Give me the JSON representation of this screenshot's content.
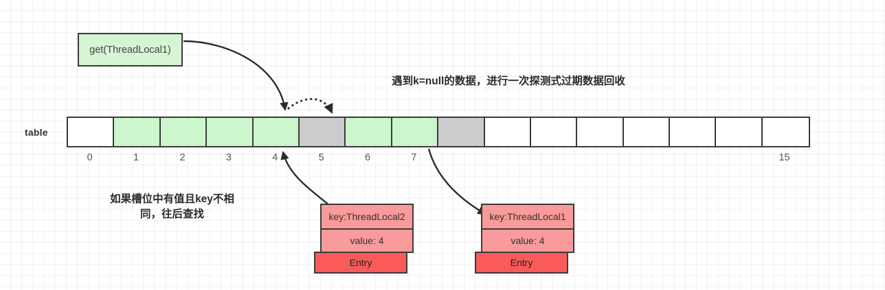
{
  "diagram": {
    "title_nodes": {
      "get_call": "get(ThreadLocal1)"
    },
    "table": {
      "label": "table",
      "slot_count": 16,
      "slots": [
        {
          "index": "0",
          "state": "empty"
        },
        {
          "index": "1",
          "state": "occupied"
        },
        {
          "index": "2",
          "state": "occupied"
        },
        {
          "index": "3",
          "state": "occupied"
        },
        {
          "index": "4",
          "state": "occupied"
        },
        {
          "index": "5",
          "state": "stale"
        },
        {
          "index": "6",
          "state": "occupied"
        },
        {
          "index": "7",
          "state": "occupied"
        },
        {
          "index": "8",
          "state": "stale"
        },
        {
          "index": "9",
          "state": "empty"
        },
        {
          "index": "10",
          "state": "empty"
        },
        {
          "index": "11",
          "state": "empty"
        },
        {
          "index": "12",
          "state": "empty"
        },
        {
          "index": "13",
          "state": "empty"
        },
        {
          "index": "14",
          "state": "empty"
        },
        {
          "index": "15",
          "state": "empty"
        }
      ],
      "visible_index_labels": [
        "0",
        "1",
        "2",
        "3",
        "4",
        "5",
        "6",
        "7",
        "",
        "",
        "",
        "",
        "",
        "",
        "",
        "15"
      ]
    },
    "entries": [
      {
        "id": "entry-threadlocal2",
        "key": "key:ThreadLocal2",
        "value": "value: 4",
        "tag": "Entry"
      },
      {
        "id": "entry-threadlocal1",
        "key": "key:ThreadLocal1",
        "value": "value: 4",
        "tag": "Entry"
      }
    ],
    "annotations": {
      "recycle": "遇到k=null的数据，进行一次探测式过期数据回收",
      "probe_line1": "如果槽位中有值且key不相",
      "probe_line2": "同，往后查找"
    },
    "colors": {
      "occupied_slot": "#ccf7cc",
      "stale_slot": "#cccccc",
      "empty_slot": "#ffffff",
      "entry_field": "#fa9a9a",
      "entry_tag": "#fa5a5a",
      "call_box": "#d5f5d5",
      "stroke": "#3a3a3a",
      "grid": "#eceff1"
    }
  }
}
